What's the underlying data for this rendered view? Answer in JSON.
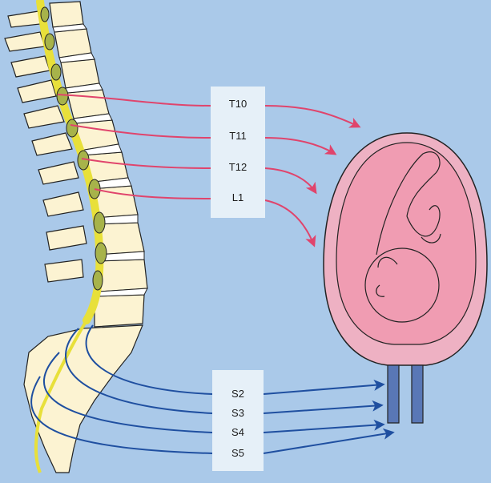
{
  "upper_segments": [
    {
      "label": "T10",
      "color": "#e0446c"
    },
    {
      "label": "T11",
      "color": "#e0446c"
    },
    {
      "label": "T12",
      "color": "#e0446c"
    },
    {
      "label": "L1",
      "color": "#e0446c"
    }
  ],
  "lower_segments": [
    {
      "label": "S2",
      "color": "#1f4fa0"
    },
    {
      "label": "S3",
      "color": "#1f4fa0"
    },
    {
      "label": "S4",
      "color": "#1f4fa0"
    },
    {
      "label": "S5",
      "color": "#1f4fa0"
    }
  ],
  "colors": {
    "background": "#aac9e9",
    "label_box": "#e6f0f8",
    "bone": "#fcf3d2",
    "spinal_cord": "#e8e03a",
    "ganglion": "#a7b34a",
    "uterus_wall": "#eeb1c3",
    "uterus_inner": "#f09cb2",
    "cervix": "#5977b6",
    "upper_nerve": "#e0446c",
    "lower_nerve": "#1f4fa0"
  }
}
